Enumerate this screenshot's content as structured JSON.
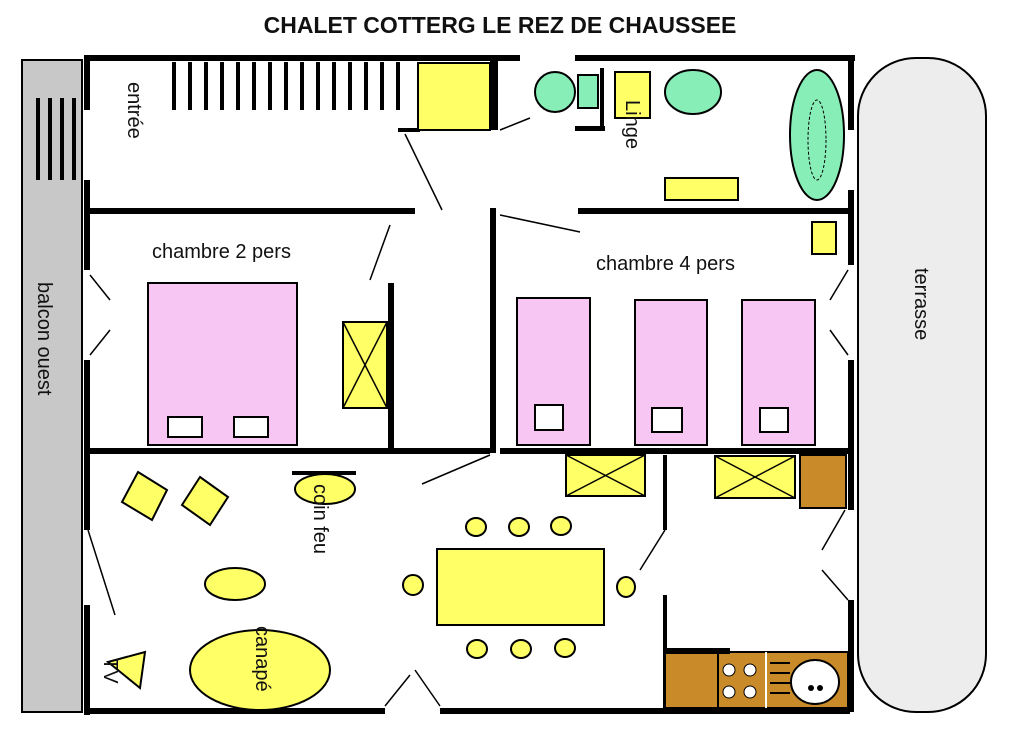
{
  "title": "CHALET COTTERG LE REZ DE CHAUSSEE",
  "rooms": {
    "entree": "entrée",
    "balcon": "balcon ouest",
    "terrasse": "terrasse",
    "linge": "Linge",
    "chambre2": "chambre 2 pers",
    "chambre4": "chambre 4  pers",
    "coin_feu": "coin feu",
    "canape": "canapé",
    "tv": "TV"
  },
  "colors": {
    "furniture": "#ffff66",
    "beds": "#f7c6f3",
    "sanitary": "#88eeb8",
    "kitchen": "#c98a2a",
    "balcony": "#c8c8c8"
  }
}
